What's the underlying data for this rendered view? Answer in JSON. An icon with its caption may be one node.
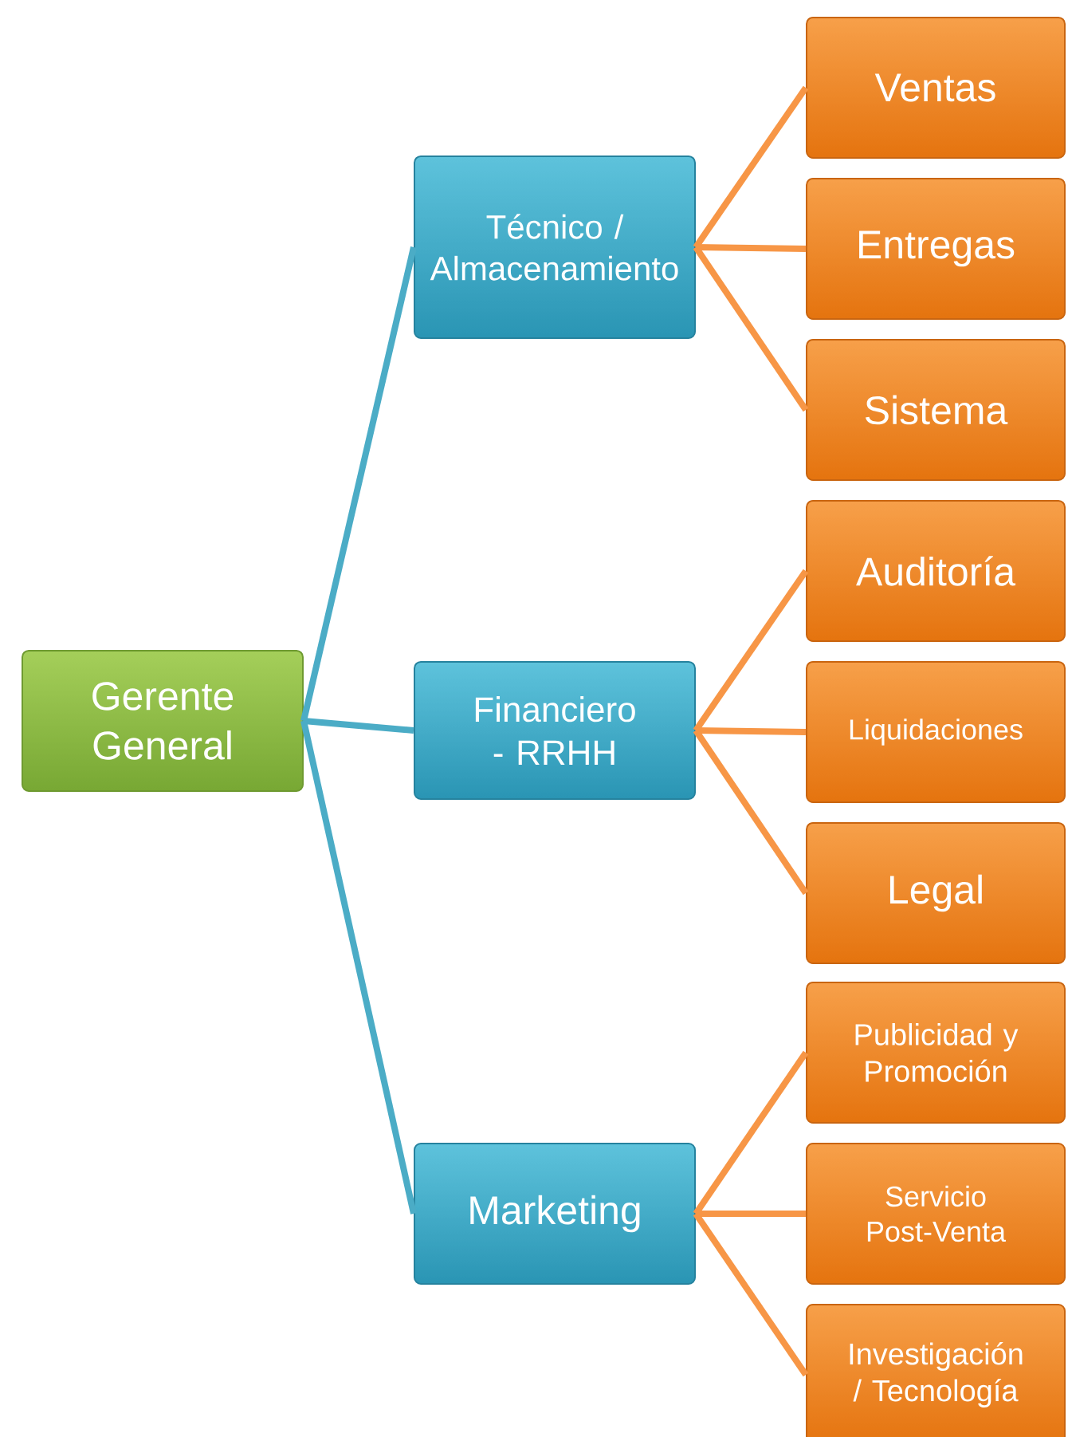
{
  "diagram": {
    "nodes": [
      {
        "text": [
          "Gerente General"
        ]
      },
      {
        "text": [
          "Técnico / Almacenamiento"
        ]
      },
      {
        "text": [
          "Financiero - RRHH"
        ]
      },
      {
        "text": [
          "Marketing"
        ]
      },
      {
        "text": [
          "Ventas"
        ]
      },
      {
        "text": [
          "Entregas"
        ]
      },
      {
        "text": [
          "Sistema"
        ]
      },
      {
        "text": [
          "Auditoría"
        ]
      },
      {
        "text": [
          "Liquidaciones"
        ]
      },
      {
        "text": [
          "Legal"
        ]
      },
      {
        "text": [
          "Publicidad y Promoción"
        ]
      },
      {
        "text": [
          "Servicio Post-Venta"
        ]
      },
      {
        "text": [
          "Investigación / Tecnología"
        ]
      }
    ],
    "edges": [
      {
        "from": 0,
        "to": 1,
        "arrow": "none",
        "color": "#4bacc6"
      },
      {
        "from": 0,
        "to": 2,
        "arrow": "none",
        "color": "#4bacc6"
      },
      {
        "from": 0,
        "to": 3,
        "arrow": "none",
        "color": "#4bacc6"
      },
      {
        "from": 1,
        "to": 4,
        "arrow": "none"
      },
      {
        "from": 1,
        "to": 5,
        "arrow": "none"
      },
      {
        "from": 1,
        "to": 6,
        "arrow": "none"
      },
      {
        "from": 2,
        "to": 7,
        "arrow": "none"
      },
      {
        "from": 2,
        "to": 8,
        "arrow": "none"
      },
      {
        "from": 2,
        "to": 9,
        "arrow": "none"
      },
      {
        "from": 3,
        "to": 10,
        "arrow": "none"
      },
      {
        "from": 3,
        "to": 11,
        "arrow": "none"
      },
      {
        "from": 3,
        "to": 12,
        "arrow": "none"
      }
    ]
  }
}
